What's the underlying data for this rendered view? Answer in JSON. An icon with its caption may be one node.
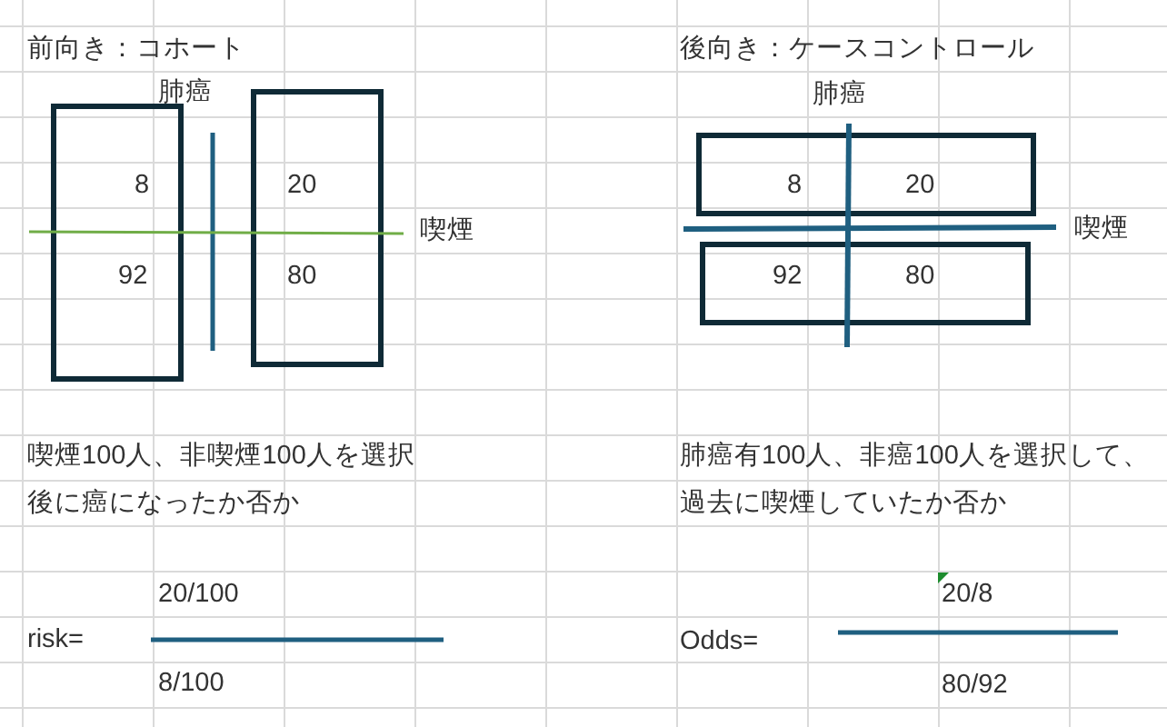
{
  "diagram": {
    "nodes": [
      {
        "text": [
          "8",
          "92"
        ]
      },
      {
        "text": [
          "20",
          "80"
        ]
      },
      {
        "text": [
          "8",
          "20"
        ]
      },
      {
        "text": [
          "92",
          "80"
        ]
      }
    ],
    "labels": [
      "前向き：コホート",
      "後向き：ケースコントロール",
      "肺癌",
      "肺癌",
      "喫煙",
      "喫煙",
      "喫煙100人、非喫煙100人を選択",
      "肺癌有100人、非癌100人を選択して、",
      "後に癌になったか否か",
      "過去に喫煙していたか否か",
      "20/100",
      "20/8",
      "risk=",
      "Odds=",
      "8/100",
      "80/92"
    ]
  }
}
